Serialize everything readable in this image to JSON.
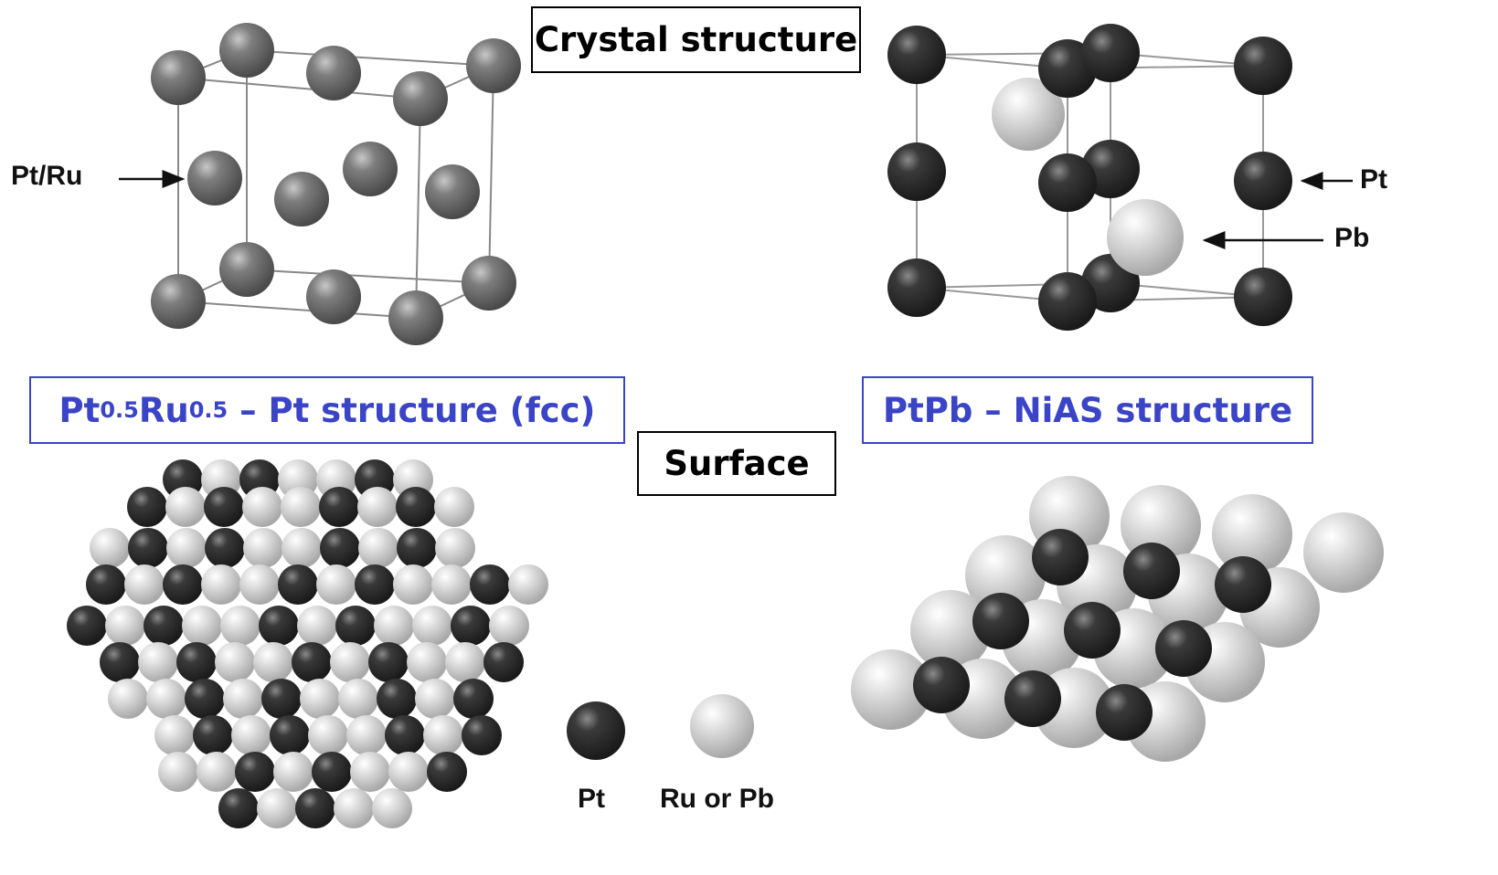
{
  "headings": {
    "crystal": "Crystal structure",
    "surface": "Surface"
  },
  "structures": {
    "left": {
      "prefix": "Pt",
      "sub1": "0.5",
      "mid": "Ru",
      "sub2": "0.5",
      "suffix": " – Pt structure (fcc)"
    },
    "right": {
      "name": "PtPb – NiAS structure"
    }
  },
  "labels": {
    "ptru": "Pt/Ru",
    "pt": "Pt",
    "pb": "Pb"
  },
  "legend": {
    "dark": "Pt",
    "light": "Ru or Pb"
  },
  "colors": {
    "dark_atom": "#2e2e2e",
    "grey_atom": "#7a7a7a",
    "light_atom": "#d8d8d8",
    "box_accent": "#3a44c6"
  }
}
